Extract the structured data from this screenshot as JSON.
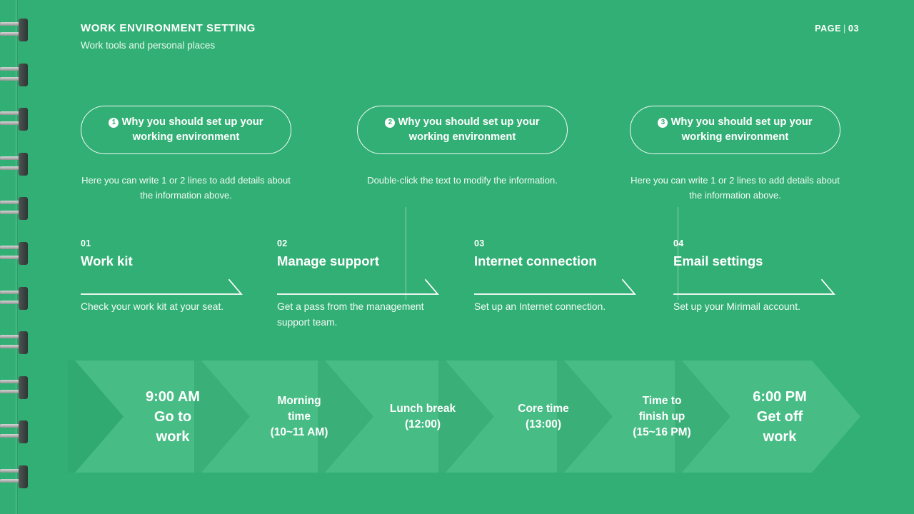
{
  "theme": {
    "background": "#32af74",
    "chevron_fill": "#47bd85",
    "chevron_shadow": "#2fa56d",
    "text": "#ffffff"
  },
  "header": {
    "title": "WORK ENVIRONMENT SETTING",
    "subtitle": "Work tools and personal places",
    "page_label": "PAGE",
    "page_separator": "|",
    "page_number": "03"
  },
  "cards": [
    {
      "number": "1",
      "title": "Why you should set up your working environment",
      "description": "Here you can write 1 or 2 lines to add details about the information above."
    },
    {
      "number": "2",
      "title": "Why you should set up your working environment",
      "description": "Double-click the text to modify the information."
    },
    {
      "number": "3",
      "title": "Why you should set up your working environment",
      "description": "Here you can write 1 or 2 lines to add details about the information above."
    }
  ],
  "steps": [
    {
      "number": "01",
      "title": "Work kit",
      "description": "Check your work kit at your seat."
    },
    {
      "number": "02",
      "title": "Manage support",
      "description": "Get a pass from the management support team."
    },
    {
      "number": "03",
      "title": "Internet connection",
      "description": "Set up an Internet connection."
    },
    {
      "number": "04",
      "title": "Email settings",
      "description": "Set up your Mirimail account."
    }
  ],
  "timeline": [
    {
      "line1": "9:00 AM",
      "line2": "Go to",
      "line3": "work",
      "size": "big"
    },
    {
      "line1": "Morning",
      "line2": "time",
      "line3": "(10~11 AM)",
      "size": "small"
    },
    {
      "line1": "Lunch break",
      "line2": "(12:00)",
      "line3": "",
      "size": "small"
    },
    {
      "line1": "Core time",
      "line2": "(13:00)",
      "line3": "",
      "size": "small"
    },
    {
      "line1": "Time to",
      "line2": "finish up",
      "line3": "(15~16 PM)",
      "size": "small"
    },
    {
      "line1": "6:00 PM",
      "line2": "Get off",
      "line3": "work",
      "size": "big"
    }
  ]
}
